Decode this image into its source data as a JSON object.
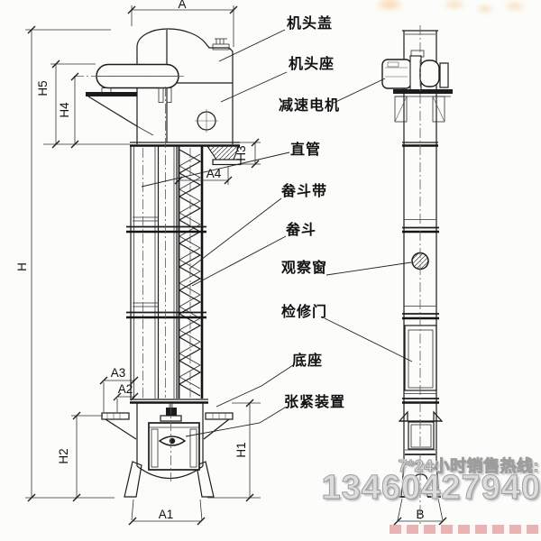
{
  "drawing_type": "bucket-elevator-technical-diagram",
  "labels": [
    "机头盖",
    "机头座",
    "减速电机",
    "直管",
    "畚斗带",
    "畚斗",
    "观察窗",
    "检修门",
    "底座",
    "张紧装置"
  ],
  "dims": {
    "a": "A",
    "h5": "H5",
    "h4": "H4",
    "h": "H",
    "h3": "H3",
    "a4": "A4",
    "a3": "A3",
    "a2": "A2",
    "h2": "H2",
    "h1": "H1",
    "a1": "A1",
    "b": "B"
  },
  "watermark": {
    "hotline": "7*24小时销售热线:",
    "phone": "13460427940"
  },
  "colors": {
    "line": "#1c1c1c",
    "paper": "#fcfcfa",
    "watermark_gray": "#dcdcdc",
    "smudge_orange": "#f0a030",
    "strip_red": "#ca4e4e"
  }
}
